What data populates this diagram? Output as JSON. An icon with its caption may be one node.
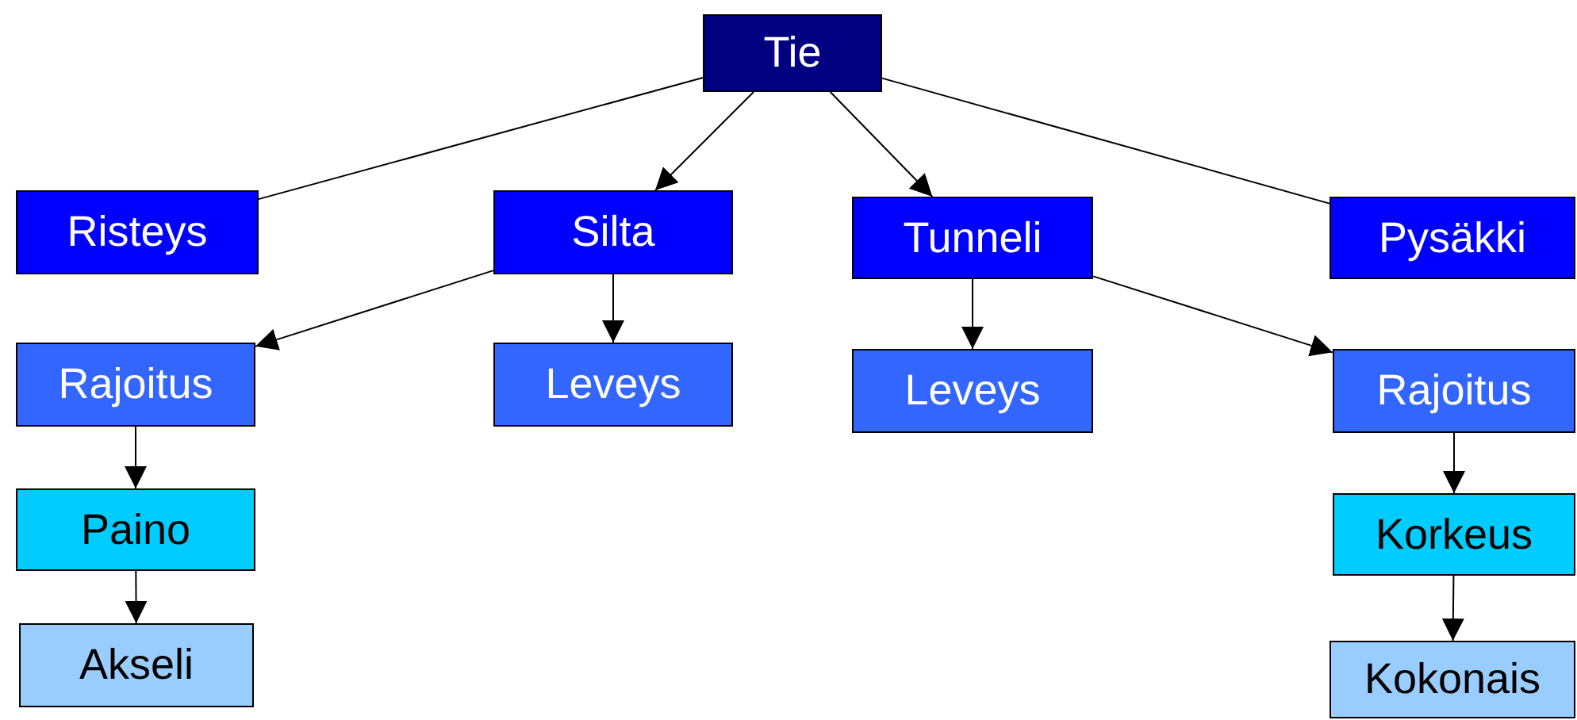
{
  "diagram": {
    "nodes": [
      {
        "text": [
          "Tie"
        ]
      },
      {
        "text": [
          "Risteys"
        ]
      },
      {
        "text": [
          "Silta"
        ]
      },
      {
        "text": [
          "Tunneli"
        ]
      },
      {
        "text": [
          "Pysäkki"
        ]
      },
      {
        "text": [
          "Rajoitus"
        ]
      },
      {
        "text": [
          "Leveys"
        ]
      },
      {
        "text": [
          "Leveys"
        ]
      },
      {
        "text": [
          "Rajoitus"
        ]
      },
      {
        "text": [
          "Paino"
        ]
      },
      {
        "text": [
          "Korkeus"
        ]
      },
      {
        "text": [
          "Akseli"
        ]
      },
      {
        "text": [
          "Kokonais"
        ]
      }
    ],
    "edges": [
      {
        "from": 0,
        "to": 1,
        "arrow": "none"
      },
      {
        "from": 0,
        "to": 2,
        "arrow": "to"
      },
      {
        "from": 0,
        "to": 3,
        "arrow": "to"
      },
      {
        "from": 0,
        "to": 4,
        "arrow": "none"
      },
      {
        "from": 2,
        "to": 5,
        "arrow": "to"
      },
      {
        "from": 2,
        "to": 6,
        "arrow": "to"
      },
      {
        "from": 3,
        "to": 7,
        "arrow": "to"
      },
      {
        "from": 3,
        "to": 8,
        "arrow": "to"
      },
      {
        "from": 5,
        "to": 9,
        "arrow": "to"
      },
      {
        "from": 8,
        "to": 10,
        "arrow": "to"
      },
      {
        "from": 9,
        "to": 11,
        "arrow": "to"
      },
      {
        "from": 10,
        "to": 12,
        "arrow": "to"
      }
    ]
  }
}
